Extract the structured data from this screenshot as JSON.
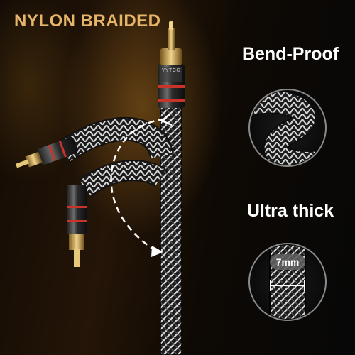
{
  "headline": "NYLON BRAIDED",
  "feature_1": "Bend-Proof",
  "feature_2": "Ultra thick",
  "thickness_label": "7mm",
  "brand_mark": "YYTCG",
  "colors": {
    "headline": "#e7b56a",
    "feature_text": "#ffffff",
    "gold_tip": "#d6b264",
    "red_ring": "#c8332c"
  }
}
